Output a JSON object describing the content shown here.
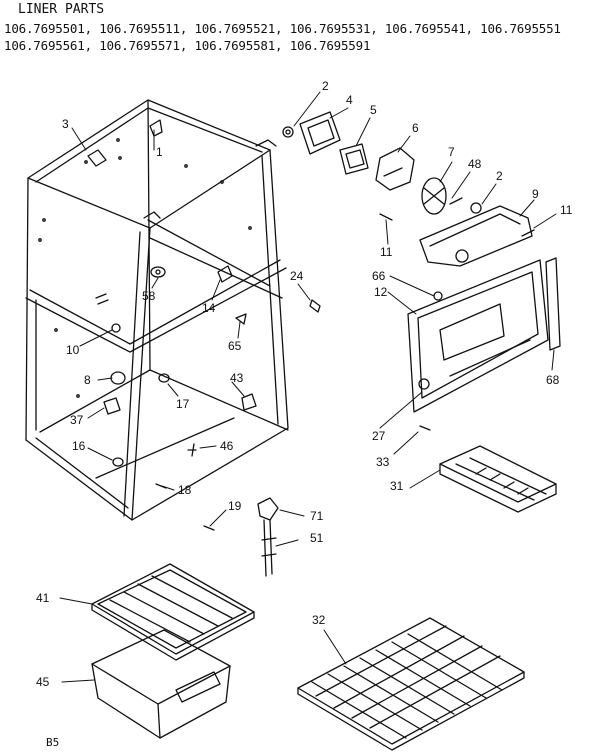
{
  "header": {
    "title": "LINER PARTS",
    "models_line1": "106.7695501, 106.7695511, 106.7695521, 106.7695531, 106.7695541, 106.7695551",
    "models_line2": "106.7695561, 106.7695571, 106.7695581, 106.7695591"
  },
  "footer_code": "B5",
  "callouts": {
    "c2a": "2",
    "c4": "4",
    "c5": "5",
    "c6": "6",
    "c7": "7",
    "c48": "48",
    "c2b": "2",
    "c9": "9",
    "c11a": "11",
    "c11b": "11",
    "c3": "3",
    "c1": "1",
    "c24": "24",
    "c66": "66",
    "c12": "12",
    "c68": "68",
    "c27": "27",
    "c33": "33",
    "c31": "31",
    "c58": "58",
    "c14": "14",
    "c10": "10",
    "c65": "65",
    "c8": "8",
    "c17": "17",
    "c43": "43",
    "c37": "37",
    "c16": "16",
    "c46": "46",
    "c18": "18",
    "c19": "19",
    "c71": "71",
    "c51": "51",
    "c41": "41",
    "c45": "45",
    "c32": "32"
  }
}
